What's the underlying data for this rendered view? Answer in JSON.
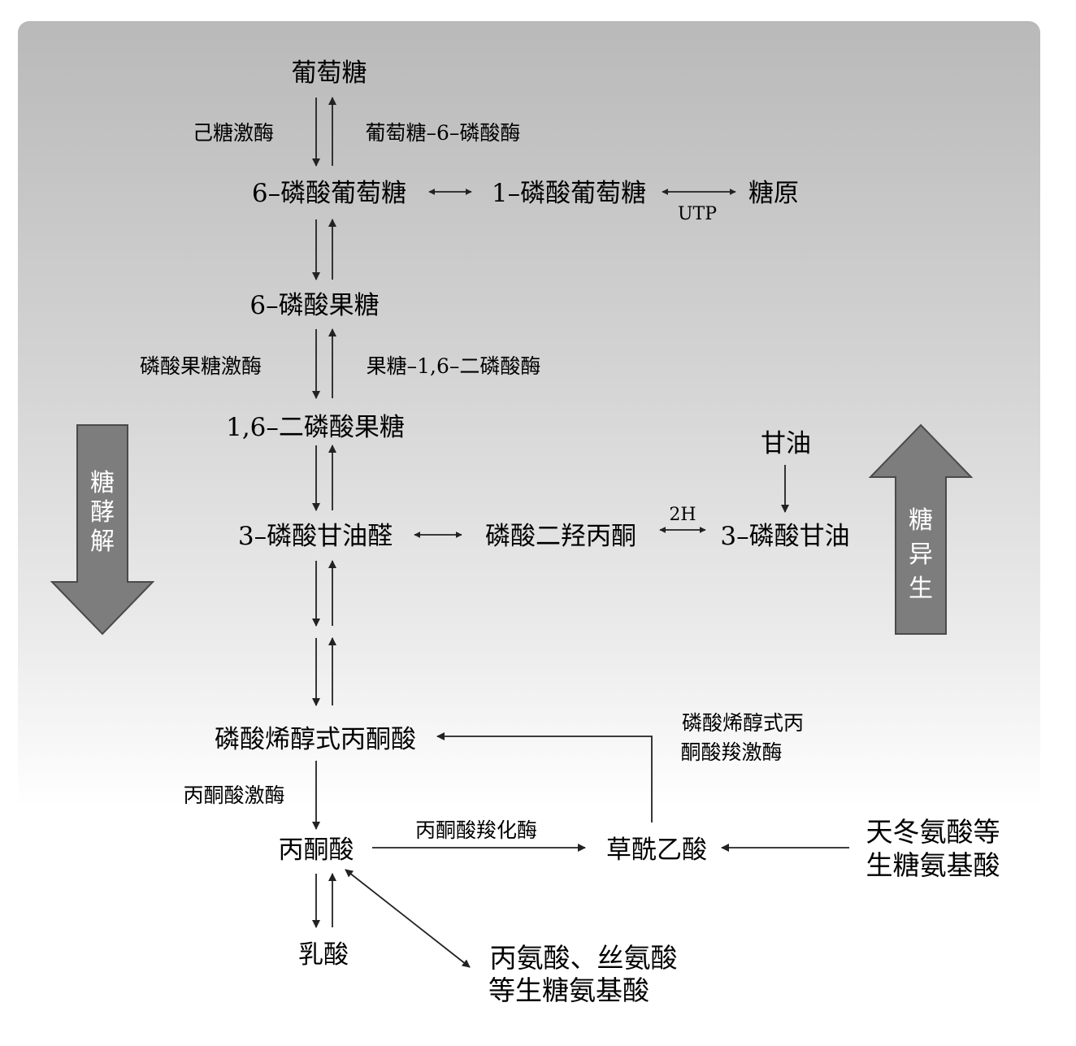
{
  "nodes": {
    "glucose": "葡萄糖",
    "g6p": "6–磷酸葡萄糖",
    "g1p": "1–磷酸葡萄糖",
    "glycogen": "糖原",
    "f6p": "6–磷酸果糖",
    "f16bp": "1,6–二磷酸果糖",
    "glycerol": "甘油",
    "g3p_ald": "3–磷酸甘油醛",
    "dhap": "磷酸二羟丙酮",
    "glycerol3p": "3–磷酸甘油",
    "pep": "磷酸烯醇式丙酮酸",
    "pyruvate": "丙酮酸",
    "oxaloacetate": "草酰乙酸",
    "lactate": "乳酸",
    "asp_line1": "天冬氨酸等",
    "asp_line2": "生糖氨基酸",
    "ala_line1": "丙氨酸、丝氨酸",
    "ala_line2": "等生糖氨基酸"
  },
  "enzymes": {
    "hexokinase": "己糖激酶",
    "g6pase": "葡萄糖–6–磷酸酶",
    "pfk": "磷酸果糖激酶",
    "fbpase": "果糖–1,6–二磷酸酶",
    "pk": "丙酮酸激酶",
    "pc": "丙酮酸羧化酶",
    "pepck_line1": "磷酸烯醇式丙",
    "pepck_line2": "酮酸羧激酶"
  },
  "cofactors": {
    "utp": "UTP",
    "twoh": "2H"
  },
  "big_arrows": {
    "glycolysis": [
      "糖",
      "酵",
      "解"
    ],
    "gluconeogenesis": [
      "糖",
      "异",
      "生"
    ]
  },
  "colors": {
    "arrow_fill": "#7d7d7d",
    "arrow_stroke": "#4a4a4a",
    "line": "#222222"
  }
}
